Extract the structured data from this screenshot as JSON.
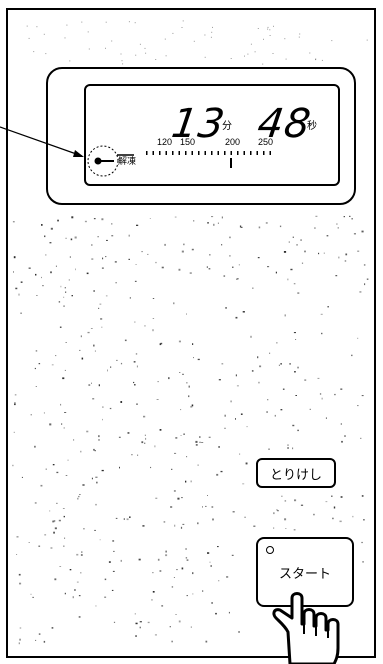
{
  "display": {
    "minutes": "13",
    "minutes_unit": "分",
    "seconds": "48",
    "seconds_unit": "秒",
    "scale_labels": [
      "120",
      "150",
      "200",
      "250"
    ],
    "indicator_label": "解凍"
  },
  "buttons": {
    "clear_label": "とりけし",
    "start_label": "スタート"
  },
  "colors": {
    "ink": "#000000",
    "background": "#ffffff"
  },
  "icons": [
    "pointer-arrow-icon",
    "key-icon",
    "lamp-icon",
    "pointing-hand-icon"
  ]
}
